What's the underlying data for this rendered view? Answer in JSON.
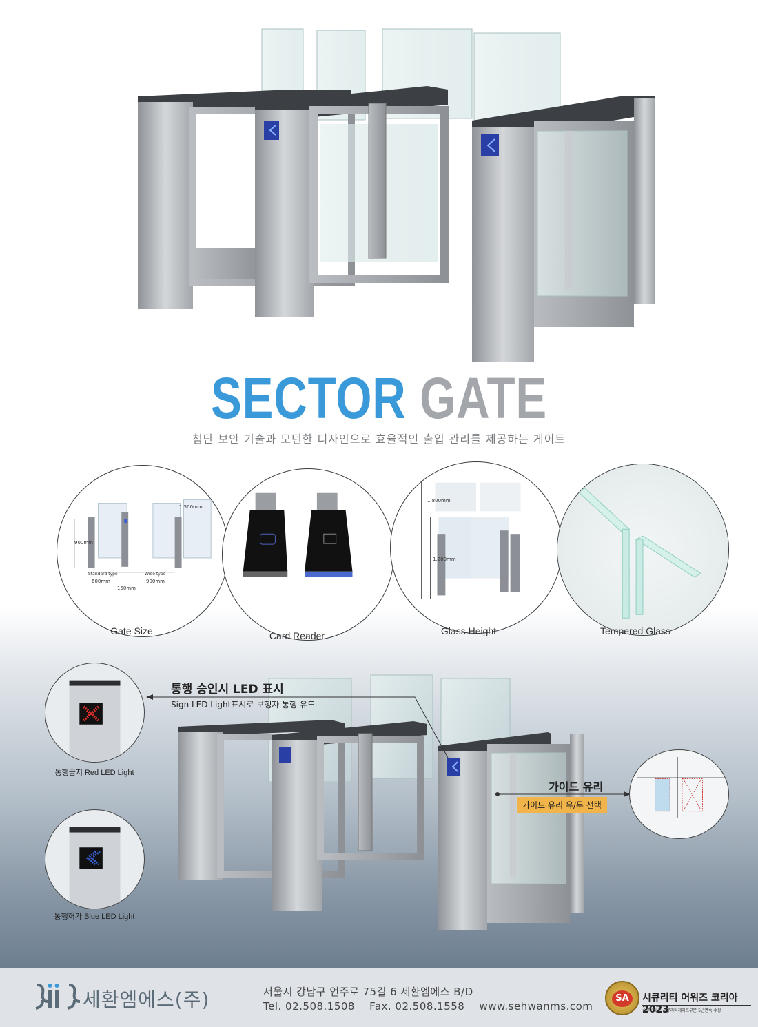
{
  "header": {
    "title_part1": "SECTOR",
    "title_part2": "GATE",
    "subtitle": "첨단 보안 기술과 모던한 디자인으로 효율적인 출입 관리를 제공하는 게이트"
  },
  "features": [
    {
      "caption": "Gate Size",
      "labels": {
        "height": "900mm",
        "glass": "1,500mm",
        "standard": "Standard type",
        "standard_w": "600mm",
        "gap": "150mm",
        "wide": "Wide type",
        "wide_w": "900mm"
      }
    },
    {
      "caption": "Card Reader"
    },
    {
      "caption": "Glass Height",
      "labels": {
        "tall": "1,800mm",
        "short": "1,200mm"
      }
    },
    {
      "caption": "Tempered Glass"
    }
  ],
  "led": {
    "title": "통행 승인시 LED 표시",
    "subtitle": "Sign LED Light표시로 보행자 통행 유도",
    "red_caption": "통행금지 Red LED Light",
    "blue_caption": "통행허가 Blue LED Light"
  },
  "guide": {
    "title": "가이드 유리",
    "tag": "가이드 유리 유/무 선택"
  },
  "footer": {
    "company": "세환엠에스(주)",
    "address": "서울시 강남구 언주로 75길 6 세환엠에스 B/D",
    "tel": "Tel. 02.508.1508",
    "fax": "Fax. 02.508.1558",
    "website": "www.sehwanms.com",
    "award_badge": "SA",
    "award_title": "시큐리티 어워즈 코리아 2023",
    "award_sub": "솔루션대상 시큐리티게이트부문 5년연속 수상"
  },
  "colors": {
    "accent_blue": "#3a9ad9",
    "title_gray": "#a3a6aa",
    "led_red": "#e0302a",
    "led_blue": "#3a63d8",
    "guide_tag": "#f0b44a"
  }
}
